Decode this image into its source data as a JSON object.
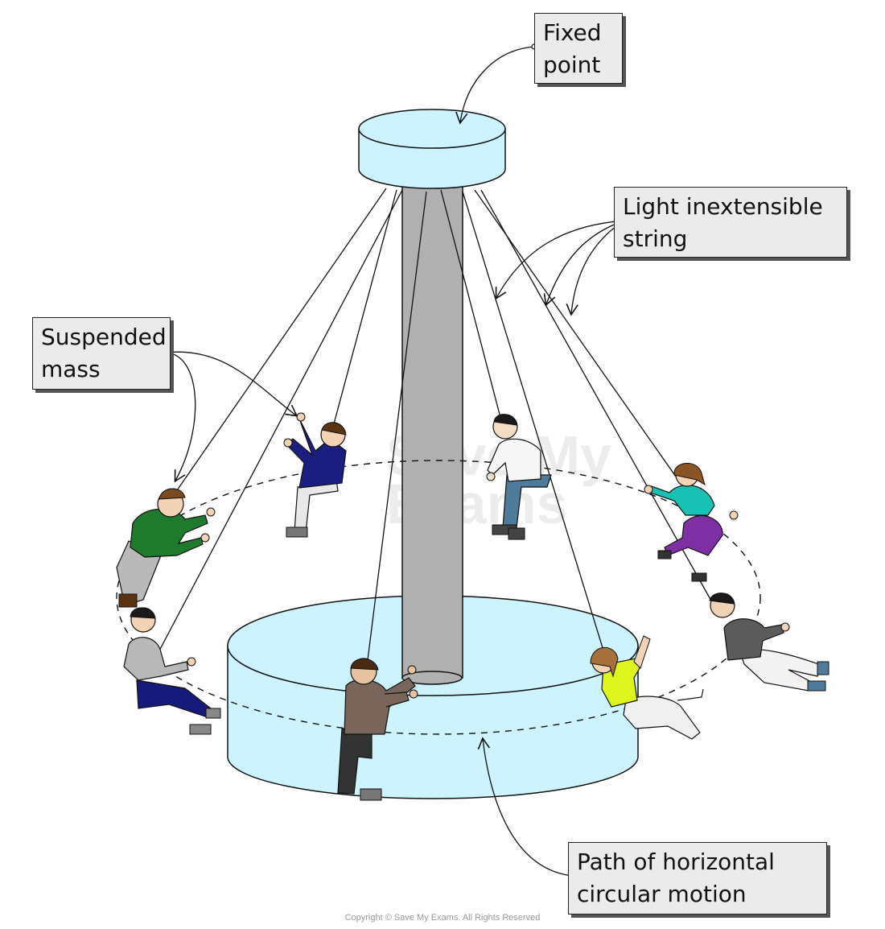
{
  "labels": {
    "fixed_point": [
      "Fixed",
      "point"
    ],
    "string": [
      "Light inextensible",
      "string"
    ],
    "mass": [
      "Suspended",
      "mass"
    ],
    "path": [
      "Path of horizontal",
      "circular motion"
    ]
  },
  "copyright": "Copyright © Save My Exams. All Rights Reserved",
  "watermark": [
    "Save My",
    "Exams"
  ],
  "colors": {
    "disc": "#cdf3ff",
    "pole": "#b0b0b0",
    "label_bg": "#ebebeb",
    "line": "#111111"
  },
  "figures": [
    {
      "id": "green-shirt",
      "shirt": "#1f7a2e",
      "pants": "#b9b9b9",
      "skin": "#f2d3b5",
      "hair": "#7a4a1e"
    },
    {
      "id": "navy-shirt",
      "shirt": "#1b1d80",
      "pants": "#e8e8e8",
      "skin": "#f2d3b5",
      "hair": "#5a3412"
    },
    {
      "id": "white-shirt",
      "shirt": "#f6f6f6",
      "pants": "#4f7a99",
      "skin": "#f5dcc4",
      "hair": "#1a1a1a"
    },
    {
      "id": "teal-shirt",
      "shirt": "#17c2b4",
      "pants": "#7d2fa3",
      "skin": "#f2d3b5",
      "hair": "#8a5424"
    },
    {
      "id": "gray-shirt-right",
      "shirt": "#5b5b5b",
      "pants": "#f3f3f3",
      "skin": "#f2d3b5",
      "hair": "#1a1a1a"
    },
    {
      "id": "yellow-shirt",
      "shirt": "#dff51e",
      "pants": "#f0f0f0",
      "skin": "#f2d3b5",
      "hair": "#a8703a"
    },
    {
      "id": "brown-shirt",
      "shirt": "#7a655b",
      "pants": "#333333",
      "skin": "#e6c29f",
      "hair": "#4a2a12"
    },
    {
      "id": "gray-shirt-left",
      "shirt": "#b8b8b8",
      "pants": "#161a7a",
      "skin": "#f2d3b5",
      "hair": "#1a1a1a"
    }
  ]
}
